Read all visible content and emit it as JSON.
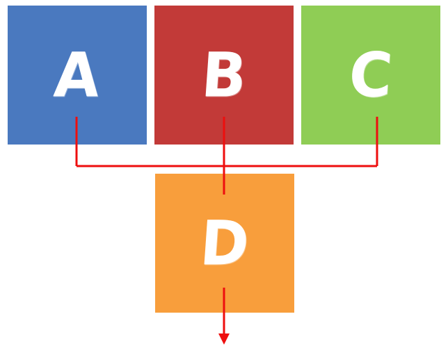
{
  "boxes": {
    "a": {
      "label": "A",
      "color": "#4a79bf"
    },
    "b": {
      "label": "B",
      "color": "#c23a38"
    },
    "c": {
      "label": "C",
      "color": "#8fcd55"
    },
    "d": {
      "label": "D",
      "color": "#f89e3c"
    }
  },
  "connector_color": "#ee0e0e",
  "edges": [
    {
      "from": "A",
      "to": "D"
    },
    {
      "from": "B",
      "to": "D"
    },
    {
      "from": "C",
      "to": "D"
    },
    {
      "from": "D",
      "to": "output"
    }
  ]
}
